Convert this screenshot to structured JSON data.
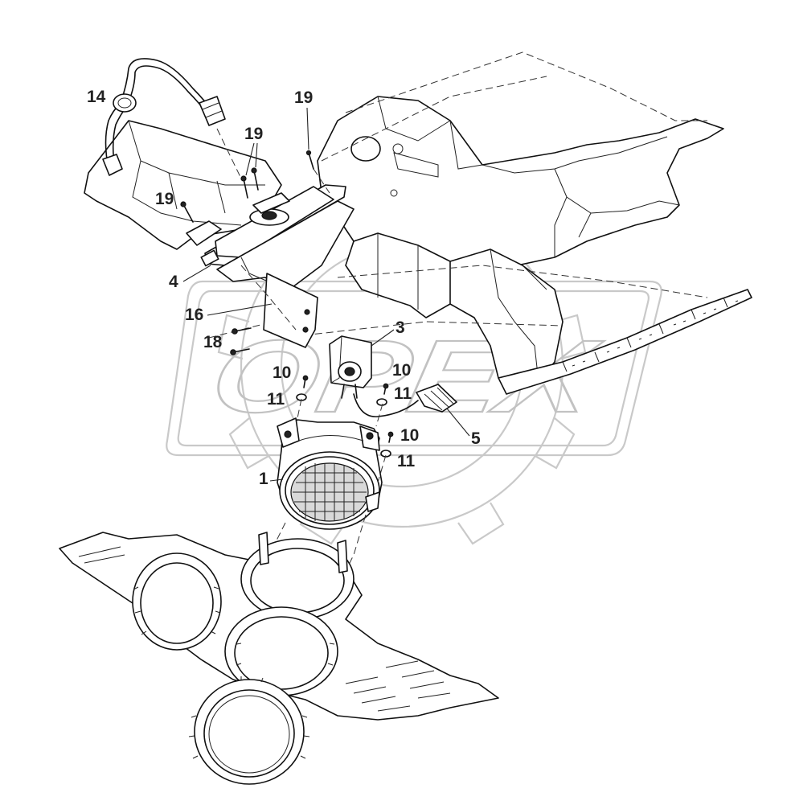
{
  "watermark": {
    "text": "OPEX"
  },
  "callouts": [
    {
      "id": "c14",
      "label": "14"
    },
    {
      "id": "c19a",
      "label": "19"
    },
    {
      "id": "c19b",
      "label": "19"
    },
    {
      "id": "c19c",
      "label": "19"
    },
    {
      "id": "c4",
      "label": "4"
    },
    {
      "id": "c16",
      "label": "16"
    },
    {
      "id": "c18",
      "label": "18"
    },
    {
      "id": "c3",
      "label": "3"
    },
    {
      "id": "c10a",
      "label": "10"
    },
    {
      "id": "c11a",
      "label": "11"
    },
    {
      "id": "c10b",
      "label": "10"
    },
    {
      "id": "c11b",
      "label": "11"
    },
    {
      "id": "c5",
      "label": "5"
    },
    {
      "id": "c10c",
      "label": "10"
    },
    {
      "id": "c11c",
      "label": "11"
    },
    {
      "id": "c1",
      "label": "1"
    }
  ]
}
